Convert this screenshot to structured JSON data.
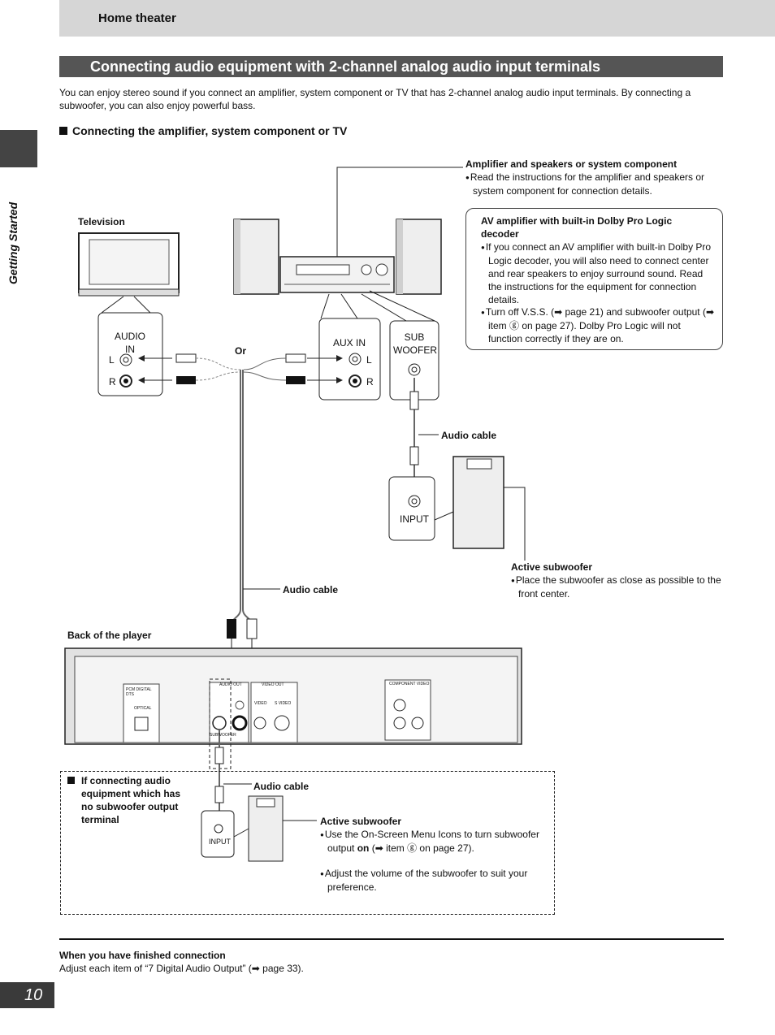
{
  "header": {
    "title": "Home theater"
  },
  "side_label": "Getting Started",
  "section_title": "Connecting audio equipment with 2-channel analog audio input terminals",
  "intro": "You can enjoy stereo sound if you connect an amplifier, system component or TV that has 2-channel analog audio input terminals. By connecting a subwoofer, you can also enjoy powerful bass.",
  "subheading": "Connecting the amplifier, system component or TV",
  "labels": {
    "television": "Television",
    "audio_in": "AUDIO IN",
    "aux_in": "AUX IN",
    "sub_woofer": "SUB WOOFER",
    "l": "L",
    "r": "R",
    "or": "Or",
    "audio_cable_1": "Audio cable",
    "audio_cable_2": "Audio cable",
    "audio_cable_3": "Audio cable",
    "input": "INPUT",
    "input_small": "INPUT",
    "back_of_player": "Back of the player"
  },
  "player_panel": {
    "digital": "PCM DIGITAL DTS",
    "optical": "OPTICAL",
    "audio_out": "AUDIO OUT",
    "video_out": "VIDEO OUT",
    "video": "VIDEO",
    "s_video": "S VIDEO",
    "component_video": "COMPONENT VIDEO",
    "subwoofer": "SUBWOOFER"
  },
  "amplifier": {
    "heading": "Amplifier and speakers or system component",
    "note": "Read the instructions for the amplifier and speakers or system component for connection details."
  },
  "av_callout": {
    "heading": "AV amplifier with built-in Dolby Pro Logic decoder",
    "bullet1": "If you connect an AV amplifier with built-in Dolby Pro Logic decoder, you will also need to connect center and rear speakers to enjoy surround sound. Read the instructions for the equipment for connection details.",
    "bullet2": "Turn off V.S.S. (➡ page 21) and subwoofer output (➡ item ⓖ on page 27). Dolby Pro Logic will not function correctly if they are on."
  },
  "active_sub_1": {
    "heading": "Active subwoofer",
    "note": "Place the subwoofer as close as possible to the front center."
  },
  "note_box": {
    "heading": "If connecting audio equipment which has no subwoofer output terminal",
    "sub_heading": "Active subwoofer",
    "bullet1_pre": "Use the On-Screen Menu Icons to turn subwoofer output ",
    "bullet1_bold": "on",
    "bullet1_post": " (➡ item ⓖ on page 27).",
    "bullet2": "Adjust the volume of the subwoofer to suit your preference."
  },
  "footer": {
    "heading": "When you have finished connection",
    "text": "Adjust each item of “7 Digital Audio Output” (➡ page 33)."
  },
  "page_number": "10"
}
